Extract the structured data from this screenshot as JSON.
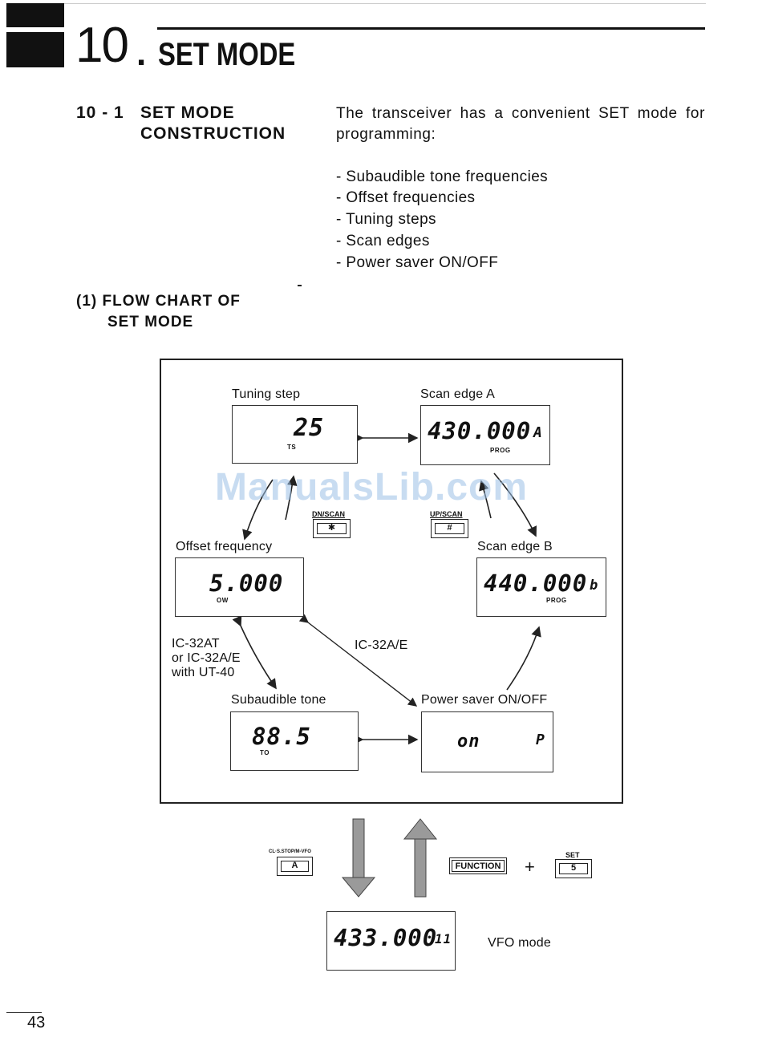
{
  "chapter": {
    "number": "10",
    "dot": ".",
    "title": "SET MODE"
  },
  "section": {
    "number": "10 - 1",
    "title_line1": "SET MODE",
    "title_line2": "CONSTRUCTION",
    "intro_line1": "The transceiver has a convenient SET mode for",
    "intro_line2": "programming:",
    "list": [
      "- Subaudible tone frequencies",
      "- Offset frequencies",
      "- Tuning steps",
      "- Scan edges",
      "- Power saver ON/OFF"
    ]
  },
  "subsection": {
    "line1": "(1) FLOW CHART OF",
    "line2": "SET MODE"
  },
  "flow": {
    "tuning_step": {
      "label": "Tuning step",
      "value": "25",
      "indicator": "TS"
    },
    "scan_edge_a": {
      "label": "Scan edge A",
      "value": "430.000",
      "suffix": "A",
      "indicator": "PROG"
    },
    "offset": {
      "label": "Offset frequency",
      "value": "5.000",
      "indicator": "OW"
    },
    "scan_edge_b": {
      "label": "Scan edge B",
      "value": "440.000",
      "suffix": "b",
      "indicator": "PROG"
    },
    "subaudible": {
      "label": "Subaudible tone",
      "value": "88.5",
      "indicator": "TO"
    },
    "power_saver": {
      "label": "Power saver ON/OFF",
      "value": "on",
      "suffix": "P"
    },
    "dn_scan_key": {
      "label": "DN/SCAN",
      "symbol": "✱"
    },
    "up_scan_key": {
      "label": "UP/SCAN",
      "symbol": "#"
    },
    "note_left_1": "IC-32AT",
    "note_left_2": "or IC-32A/E",
    "note_left_3": "with UT-40",
    "note_center": "IC-32A/E"
  },
  "bottom": {
    "clear_key_label": "CL·S.STOP/M-VFO",
    "clear_key_symbol": "A",
    "function_key": "FUNCTION",
    "plus": "+",
    "set_key_label": "SET",
    "set_key_symbol": "5",
    "vfo_value": "433.000",
    "vfo_suffix": "11",
    "vfo_label": "VFO mode"
  },
  "watermark": "ManualsLib.com",
  "page_number": "43"
}
